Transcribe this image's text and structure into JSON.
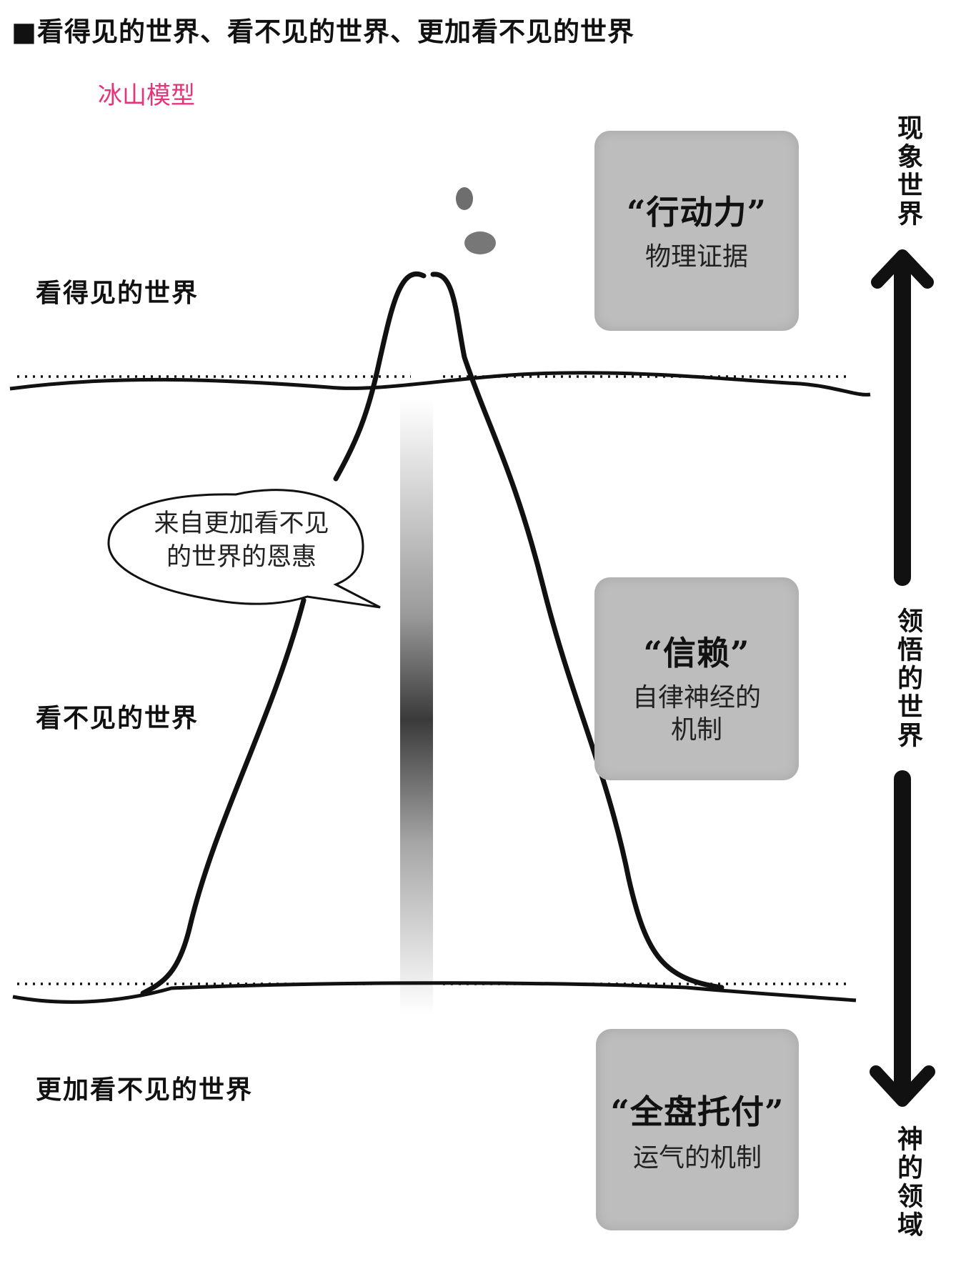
{
  "header": {
    "title": "■看得见的世界、看不见的世界、更加看不见的世界",
    "subtitle": "冰山模型"
  },
  "worlds": {
    "visible": "看得见的世界",
    "invisible": "看不见的世界",
    "more_invisible": "更加看不见的世界"
  },
  "boxes": {
    "action": {
      "title": "“行动力”",
      "text": "物理证据"
    },
    "trust": {
      "title": "“信赖”",
      "text_line1": "自律神经的",
      "text_line2": "机制"
    },
    "entrust": {
      "title": "“全盘托付”",
      "text": "运气的机制"
    }
  },
  "bubble": {
    "line1": "来自更加看不见",
    "line2": "的世界的恩惠"
  },
  "axis": {
    "top": "现象世界",
    "middle": "领悟的世界",
    "bottom": "神的领域"
  }
}
